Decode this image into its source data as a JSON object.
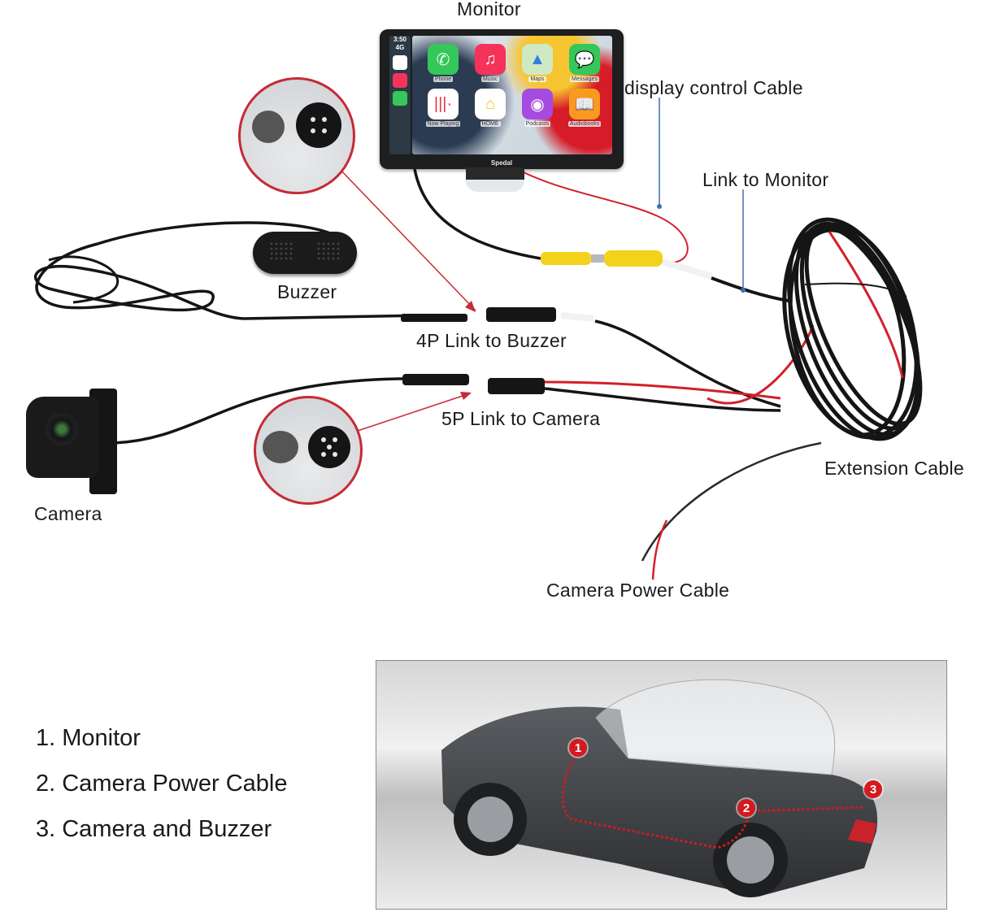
{
  "diagram": {
    "title_labels": {
      "monitor": "Monitor",
      "display_control_cable": "display control Cable",
      "link_to_monitor": "Link to Monitor",
      "buzzer": "Buzzer",
      "link_4p_buzzer": "4P Link to Buzzer",
      "link_5p_camera": "5P Link to Camera",
      "camera": "Camera",
      "extension_cable": "Extension  Cable",
      "camera_power_cable": "Camera Power Cable"
    },
    "monitor_screen": {
      "brand": "Spedal",
      "status": {
        "time": "3:50",
        "signal": "4G"
      },
      "sidebar_icons": [
        "google-maps-icon",
        "music-icon",
        "phone-icon"
      ],
      "apps": [
        {
          "name": "Phone",
          "icon": "phone-icon",
          "color": "#34c759"
        },
        {
          "name": "Music",
          "icon": "music-icon",
          "color": "#f5325a"
        },
        {
          "name": "Maps",
          "icon": "maps-icon",
          "color": "#4aa3f0"
        },
        {
          "name": "Messages",
          "icon": "messages-icon",
          "color": "#34c759"
        },
        {
          "name": "Now Playing",
          "icon": "now-playing-icon",
          "color": "#ffffff"
        },
        {
          "name": "HOME",
          "icon": "home-icon",
          "color": "#ffffff"
        },
        {
          "name": "Podcasts",
          "icon": "podcasts-icon",
          "color": "#a64be0"
        },
        {
          "name": "Audiobooks",
          "icon": "audiobooks-icon",
          "color": "#f79a1e"
        }
      ]
    },
    "connector_pins": {
      "buzzer": 4,
      "camera": 5
    },
    "colors": {
      "callout_red": "#c52b36",
      "leader_blue": "#3a72b0",
      "rca_yellow": "#f2d21a",
      "wire_black": "#151515",
      "wire_red": "#d2202a"
    }
  },
  "installation": {
    "legend": [
      "1. Monitor",
      "2. Camera Power Cable",
      "3. Camera and Buzzer"
    ],
    "markers": [
      "1",
      "2",
      "3"
    ]
  }
}
